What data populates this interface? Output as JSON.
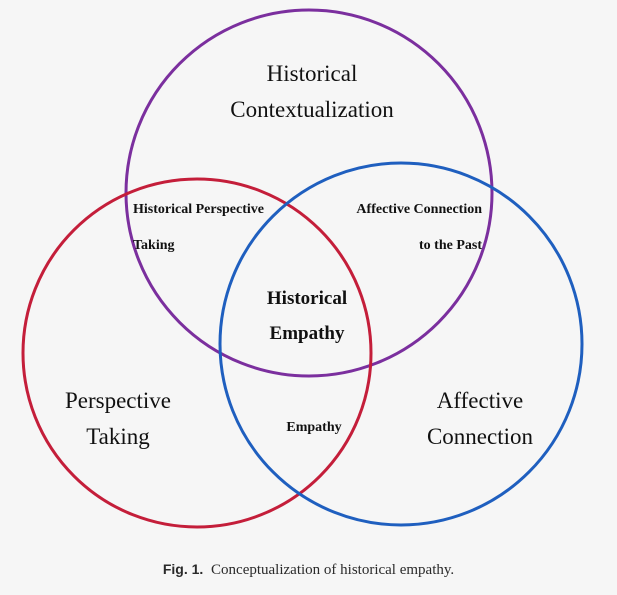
{
  "colors": {
    "contextualization_circle": "#7b2f9e",
    "perspective_circle": "#c41e3a",
    "affective_circle": "#1f5fbf",
    "background": "#f6f6f6"
  },
  "circles": {
    "top": {
      "title_line1": "Historical",
      "title_line2": "Contextualization"
    },
    "left": {
      "title_line1": "Perspective",
      "title_line2": "Taking"
    },
    "right": {
      "title_line1": "Affective",
      "title_line2": "Connection"
    }
  },
  "overlaps": {
    "top_left": {
      "line1": "Historical Perspective",
      "line2": "Taking"
    },
    "top_right": {
      "line1": "Affective Connection",
      "line2": "to the Past"
    },
    "left_right": {
      "line1": "Empathy"
    },
    "center": {
      "line1": "Historical",
      "line2": "Empathy"
    }
  },
  "caption": {
    "figure_number": "Fig. 1.",
    "text": "Conceptualization of historical empathy."
  }
}
